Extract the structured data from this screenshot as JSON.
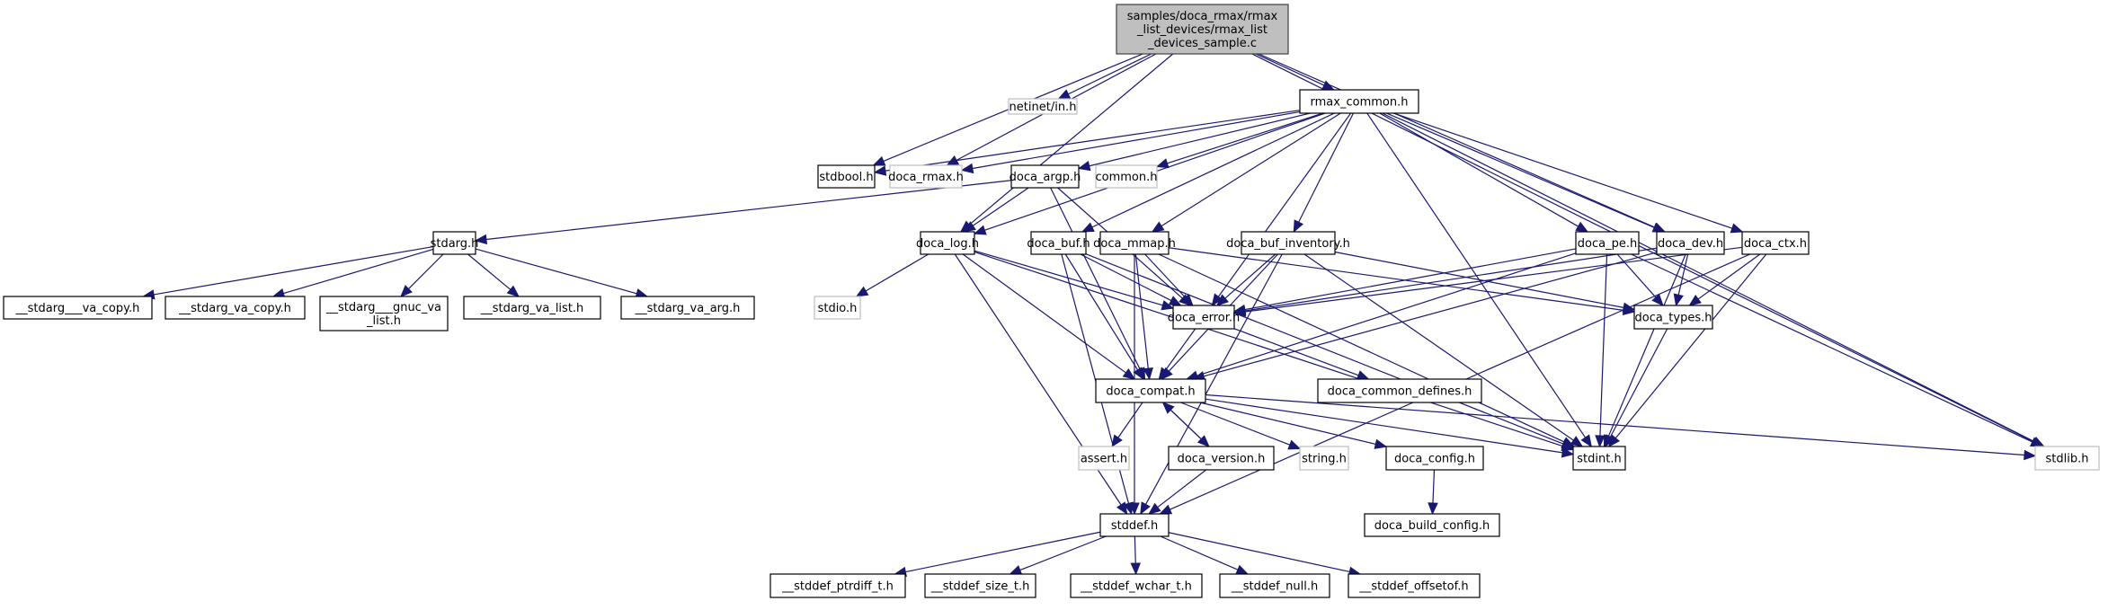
{
  "graph": {
    "type": "include-dependency-graph",
    "colors": {
      "edge": "#191970",
      "root_fill": "#bfbfbf",
      "node_border": "#000000",
      "external_border": "#bfbfbf"
    },
    "nodes": [
      {
        "id": "main",
        "label": [
          "samples/doca_rmax/rmax",
          "_list_devices/rmax_list",
          "_devices_sample.c"
        ],
        "kind": "root"
      },
      {
        "id": "netinet",
        "label": [
          "netinet/in.h"
        ],
        "kind": "external"
      },
      {
        "id": "rmax_common",
        "label": [
          "rmax_common.h"
        ],
        "kind": "documented"
      },
      {
        "id": "stdbool",
        "label": [
          "stdbool.h"
        ],
        "kind": "documented"
      },
      {
        "id": "doca_rmax",
        "label": [
          "doca_rmax.h"
        ],
        "kind": "external"
      },
      {
        "id": "doca_argp",
        "label": [
          "doca_argp.h"
        ],
        "kind": "documented"
      },
      {
        "id": "common",
        "label": [
          "common.h"
        ],
        "kind": "external"
      },
      {
        "id": "stdarg",
        "label": [
          "stdarg.h"
        ],
        "kind": "documented"
      },
      {
        "id": "doca_log",
        "label": [
          "doca_log.h"
        ],
        "kind": "documented"
      },
      {
        "id": "doca_buf",
        "label": [
          "doca_buf.h"
        ],
        "kind": "documented"
      },
      {
        "id": "doca_mmap",
        "label": [
          "doca_mmap.h"
        ],
        "kind": "documented"
      },
      {
        "id": "doca_buf_inventory",
        "label": [
          "doca_buf_inventory.h"
        ],
        "kind": "documented"
      },
      {
        "id": "doca_pe",
        "label": [
          "doca_pe.h"
        ],
        "kind": "documented"
      },
      {
        "id": "doca_dev",
        "label": [
          "doca_dev.h"
        ],
        "kind": "documented"
      },
      {
        "id": "doca_ctx",
        "label": [
          "doca_ctx.h"
        ],
        "kind": "documented"
      },
      {
        "id": "sa_va_copy2",
        "label": [
          "__stdarg___va_copy.h"
        ],
        "kind": "documented"
      },
      {
        "id": "sa_va_copy",
        "label": [
          "__stdarg_va_copy.h"
        ],
        "kind": "documented"
      },
      {
        "id": "sa_gnuc",
        "label": [
          "__stdarg___gnuc_va",
          "_list.h"
        ],
        "kind": "documented"
      },
      {
        "id": "sa_va_list",
        "label": [
          "__stdarg_va_list.h"
        ],
        "kind": "documented"
      },
      {
        "id": "sa_va_arg",
        "label": [
          "__stdarg_va_arg.h"
        ],
        "kind": "documented"
      },
      {
        "id": "stdio",
        "label": [
          "stdio.h"
        ],
        "kind": "external"
      },
      {
        "id": "doca_error",
        "label": [
          "doca_error.h"
        ],
        "kind": "documented"
      },
      {
        "id": "doca_types",
        "label": [
          "doca_types.h"
        ],
        "kind": "documented"
      },
      {
        "id": "doca_compat",
        "label": [
          "doca_compat.h"
        ],
        "kind": "documented"
      },
      {
        "id": "doca_common_defines",
        "label": [
          "doca_common_defines.h"
        ],
        "kind": "documented"
      },
      {
        "id": "assert",
        "label": [
          "assert.h"
        ],
        "kind": "external"
      },
      {
        "id": "doca_version",
        "label": [
          "doca_version.h"
        ],
        "kind": "documented"
      },
      {
        "id": "string",
        "label": [
          "string.h"
        ],
        "kind": "external"
      },
      {
        "id": "doca_config",
        "label": [
          "doca_config.h"
        ],
        "kind": "documented"
      },
      {
        "id": "stdint",
        "label": [
          "stdint.h"
        ],
        "kind": "documented"
      },
      {
        "id": "stdlib",
        "label": [
          "stdlib.h"
        ],
        "kind": "external"
      },
      {
        "id": "stddef",
        "label": [
          "stddef.h"
        ],
        "kind": "documented"
      },
      {
        "id": "doca_build_config",
        "label": [
          "doca_build_config.h"
        ],
        "kind": "documented"
      },
      {
        "id": "sd_ptrdiff",
        "label": [
          "__stddef_ptrdiff_t.h"
        ],
        "kind": "documented"
      },
      {
        "id": "sd_size",
        "label": [
          "__stddef_size_t.h"
        ],
        "kind": "documented"
      },
      {
        "id": "sd_wchar",
        "label": [
          "__stddef_wchar_t.h"
        ],
        "kind": "documented"
      },
      {
        "id": "sd_null",
        "label": [
          "__stddef_null.h"
        ],
        "kind": "documented"
      },
      {
        "id": "sd_offsetof",
        "label": [
          "__stddef_offsetof.h"
        ],
        "kind": "documented"
      }
    ],
    "edges": [
      [
        "main",
        "netinet"
      ],
      [
        "main",
        "rmax_common"
      ],
      [
        "main",
        "stdbool"
      ],
      [
        "main",
        "doca_rmax"
      ],
      [
        "main",
        "doca_log"
      ],
      [
        "main",
        "doca_dev"
      ],
      [
        "main",
        "stdlib"
      ],
      [
        "rmax_common",
        "stdbool"
      ],
      [
        "rmax_common",
        "doca_rmax"
      ],
      [
        "rmax_common",
        "doca_argp"
      ],
      [
        "rmax_common",
        "common"
      ],
      [
        "rmax_common",
        "doca_log"
      ],
      [
        "rmax_common",
        "doca_buf"
      ],
      [
        "rmax_common",
        "doca_mmap"
      ],
      [
        "rmax_common",
        "doca_error"
      ],
      [
        "rmax_common",
        "doca_buf_inventory"
      ],
      [
        "rmax_common",
        "doca_pe"
      ],
      [
        "rmax_common",
        "doca_dev"
      ],
      [
        "rmax_common",
        "doca_ctx"
      ],
      [
        "rmax_common",
        "stdint"
      ],
      [
        "rmax_common",
        "stdlib"
      ],
      [
        "doca_argp",
        "stdarg"
      ],
      [
        "doca_argp",
        "doca_log"
      ],
      [
        "doca_argp",
        "doca_error"
      ],
      [
        "doca_argp",
        "doca_compat"
      ],
      [
        "stdarg",
        "sa_va_copy2"
      ],
      [
        "stdarg",
        "sa_va_copy"
      ],
      [
        "stdarg",
        "sa_gnuc"
      ],
      [
        "stdarg",
        "sa_va_list"
      ],
      [
        "stdarg",
        "sa_va_arg"
      ],
      [
        "doca_log",
        "stdio"
      ],
      [
        "doca_log",
        "doca_error"
      ],
      [
        "doca_log",
        "doca_compat"
      ],
      [
        "doca_log",
        "stdint"
      ],
      [
        "doca_log",
        "stddef"
      ],
      [
        "doca_buf",
        "doca_error"
      ],
      [
        "doca_buf",
        "doca_compat"
      ],
      [
        "doca_buf",
        "stdint"
      ],
      [
        "doca_buf",
        "stddef"
      ],
      [
        "doca_mmap",
        "doca_error"
      ],
      [
        "doca_mmap",
        "doca_compat"
      ],
      [
        "doca_mmap",
        "doca_types"
      ],
      [
        "doca_mmap",
        "stdint"
      ],
      [
        "doca_mmap",
        "stddef"
      ],
      [
        "doca_buf_inventory",
        "doca_error"
      ],
      [
        "doca_buf_inventory",
        "doca_compat"
      ],
      [
        "doca_buf_inventory",
        "doca_types"
      ],
      [
        "doca_buf_inventory",
        "stdint"
      ],
      [
        "doca_buf_inventory",
        "stddef"
      ],
      [
        "doca_pe",
        "doca_error"
      ],
      [
        "doca_pe",
        "doca_compat"
      ],
      [
        "doca_pe",
        "doca_types"
      ],
      [
        "doca_pe",
        "stdint"
      ],
      [
        "doca_pe",
        "stdlib"
      ],
      [
        "doca_dev",
        "doca_error"
      ],
      [
        "doca_dev",
        "doca_compat"
      ],
      [
        "doca_dev",
        "doca_types"
      ],
      [
        "doca_dev",
        "stdint"
      ],
      [
        "doca_ctx",
        "doca_error"
      ],
      [
        "doca_ctx",
        "doca_types"
      ],
      [
        "doca_ctx",
        "stdint"
      ],
      [
        "doca_ctx",
        "stddef"
      ],
      [
        "doca_error",
        "doca_compat"
      ],
      [
        "doca_error",
        "doca_common_defines"
      ],
      [
        "doca_types",
        "stdint"
      ],
      [
        "doca_compat",
        "assert"
      ],
      [
        "doca_compat",
        "doca_version"
      ],
      [
        "doca_compat",
        "string"
      ],
      [
        "doca_compat",
        "doca_config"
      ],
      [
        "doca_compat",
        "stdint"
      ],
      [
        "doca_compat",
        "stdlib"
      ],
      [
        "doca_version",
        "doca_compat"
      ],
      [
        "doca_version",
        "stddef"
      ],
      [
        "doca_config",
        "doca_build_config"
      ],
      [
        "stddef",
        "sd_ptrdiff"
      ],
      [
        "stddef",
        "sd_size"
      ],
      [
        "stddef",
        "sd_wchar"
      ],
      [
        "stddef",
        "sd_null"
      ],
      [
        "stddef",
        "sd_offsetof"
      ]
    ]
  }
}
